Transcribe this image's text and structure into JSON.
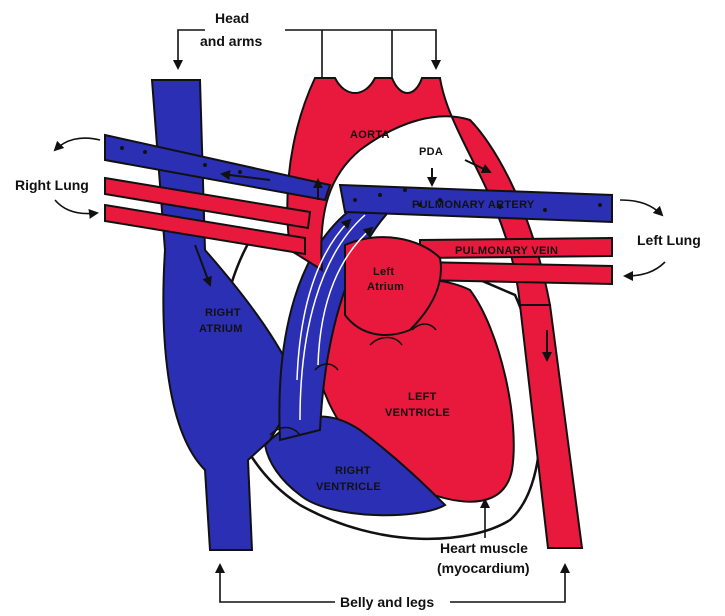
{
  "colors": {
    "oxygenated": "#e8193c",
    "deoxygenated": "#2a2fb4",
    "outline": "#111111",
    "background": "#ffffff"
  },
  "labels": {
    "head_line1": "Head",
    "head_line2": "and arms",
    "right_lung": "Right Lung",
    "left_lung": "Left Lung",
    "aorta": "AORTA",
    "pda": "PDA",
    "pulmonary_artery": "PULMONARY ARTERY",
    "pulmonary_vein": "PULMONARY VEIN",
    "left_atrium_line1": "Left",
    "left_atrium_line2": "Atrium",
    "right_atrium_line1": "RIGHT",
    "right_atrium_line2": "ATRIUM",
    "left_ventricle_line1": "LEFT",
    "left_ventricle_line2": "VENTRICLE",
    "right_ventricle_line1": "RIGHT",
    "right_ventricle_line2": "VENTRICLE",
    "heart_muscle_line1": "Heart muscle",
    "heart_muscle_line2": "(myocardium)",
    "belly_legs": "Belly and legs"
  }
}
